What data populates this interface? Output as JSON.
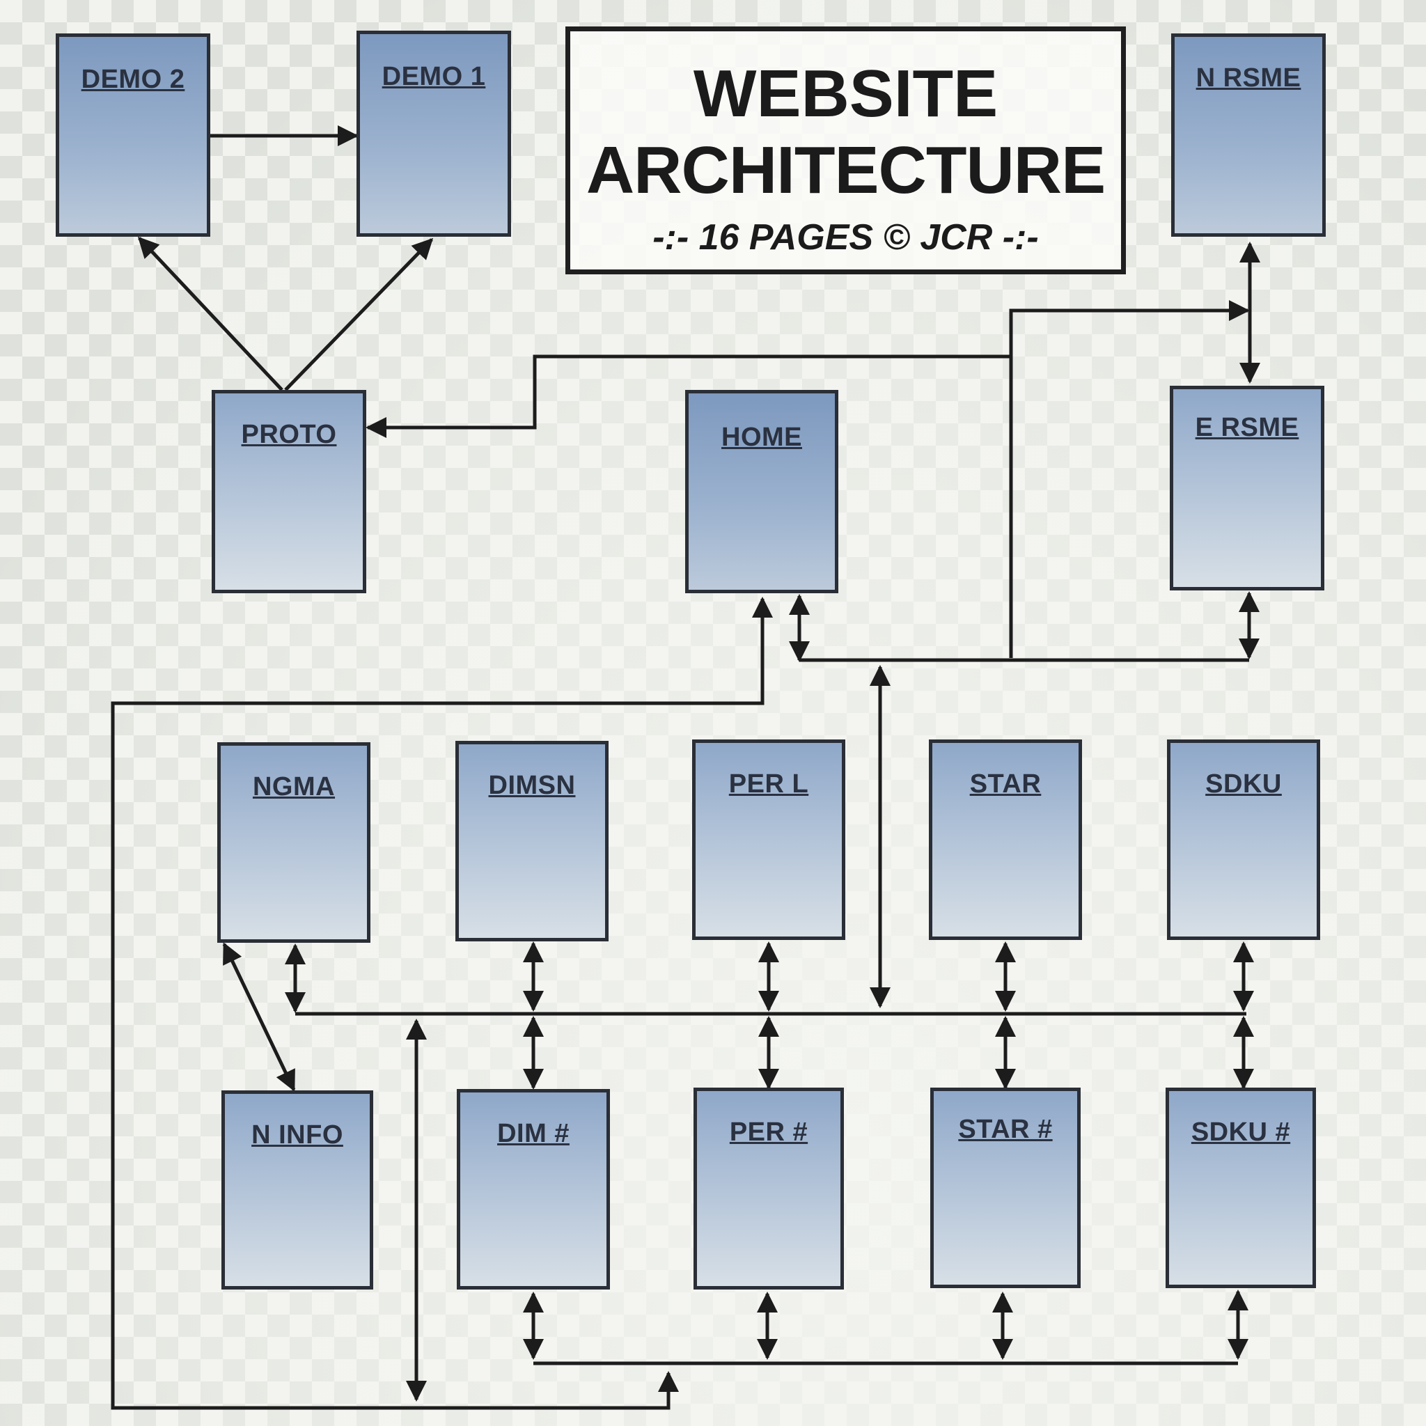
{
  "title": {
    "line1": "WEBSITE",
    "line2": "ARCHITECTURE",
    "line3": "-:- 16 PAGES © JCR -:-"
  },
  "pages": {
    "demo2": "DEMO 2",
    "demo1": "DEMO 1",
    "proto": "PROTO",
    "home": "HOME",
    "nrsme": "N RSME",
    "ersme": "E RSME",
    "ngma": "NGMA",
    "dimsn": "DIMSN",
    "perl": "PER L",
    "star": "STAR",
    "sdku": "SDKU",
    "ninfo": "N INFO",
    "dimnum": "DIM #",
    "pernum": "PER #",
    "starnum": "STAR #",
    "sdkunum": "SDKU #"
  },
  "colors": {
    "page_top": "#8fa8c9",
    "page_bottom": "#d7dfe6",
    "border": "#2a2e36",
    "line": "#1c1c1c"
  }
}
